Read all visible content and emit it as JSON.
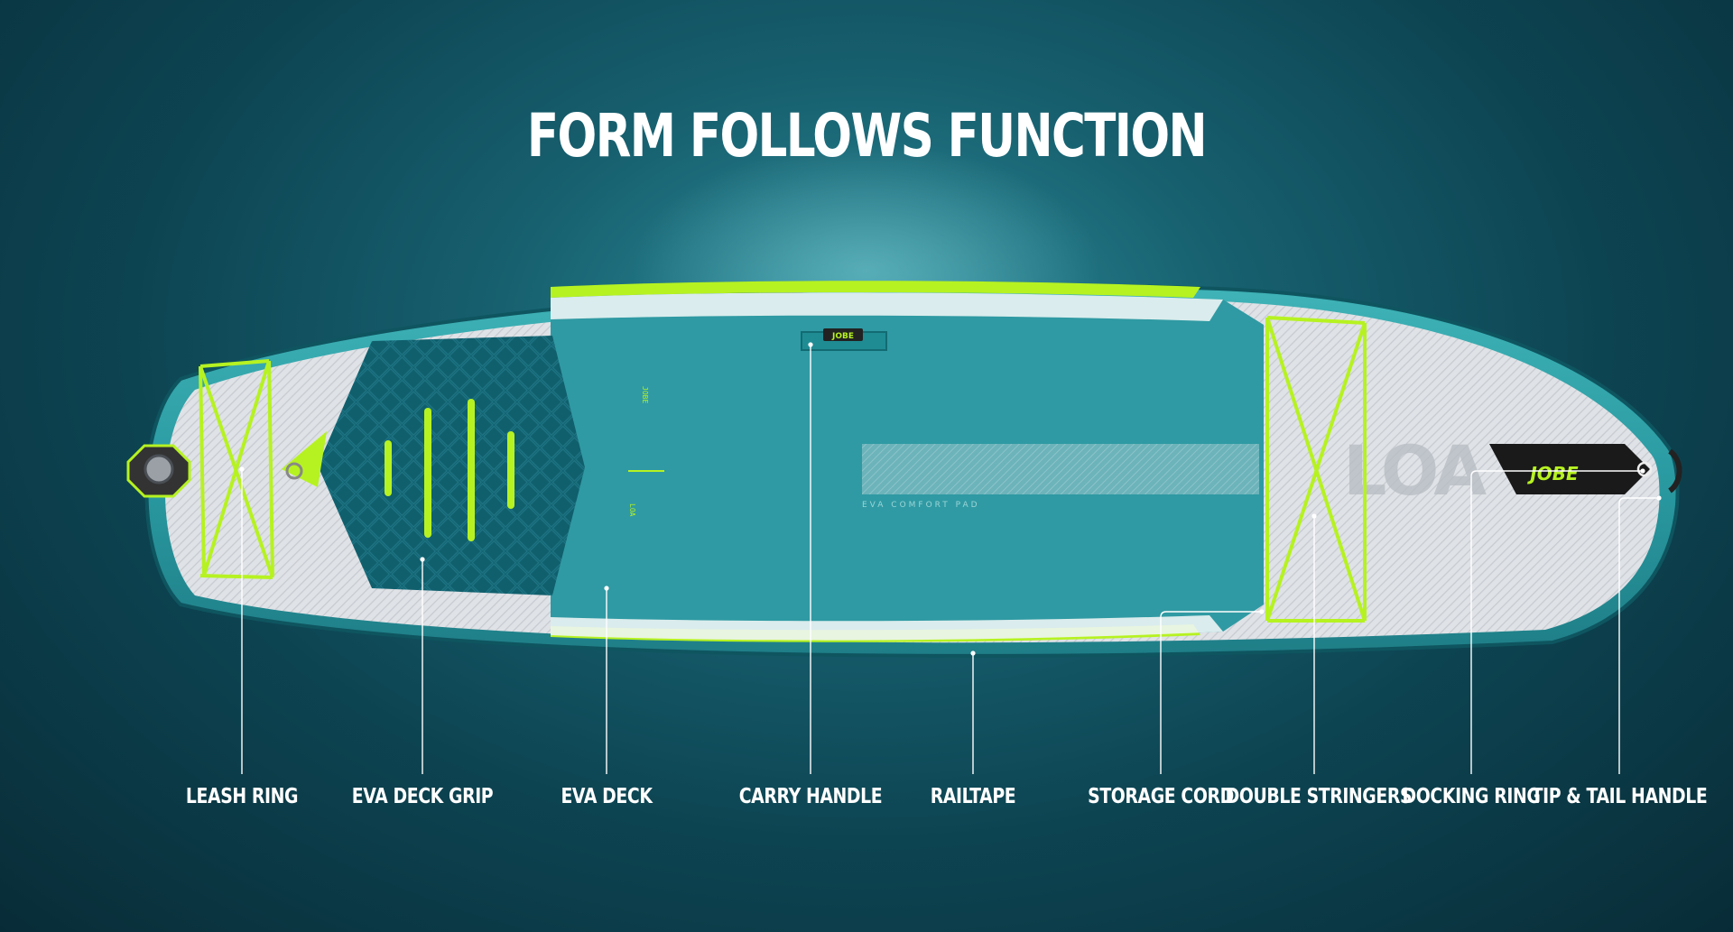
{
  "title": "FORM FOLLOWS FUNCTION",
  "board": {
    "logo": "JOBE",
    "model": "LOA",
    "pad_label": "EVA COMFORT PAD",
    "handle_logo": "JOBE",
    "colors": {
      "rail": "#27a2a8",
      "deck_grey": "#dde0e4",
      "deck_teal": "#2f9aa3",
      "grip": "#0f5f6d",
      "accent": "#b6f221",
      "background": "#0d4452"
    }
  },
  "callouts": [
    {
      "label": "LEASH RING"
    },
    {
      "label": "EVA DECK GRIP"
    },
    {
      "label": "EVA DECK"
    },
    {
      "label": "CARRY HANDLE"
    },
    {
      "label": "RAILTAPE"
    },
    {
      "label": "STORAGE CORD"
    },
    {
      "label": "DOUBLE STRINGERS"
    },
    {
      "label": "DOCKING RING"
    },
    {
      "label": "TIP & TAIL HANDLE"
    }
  ]
}
